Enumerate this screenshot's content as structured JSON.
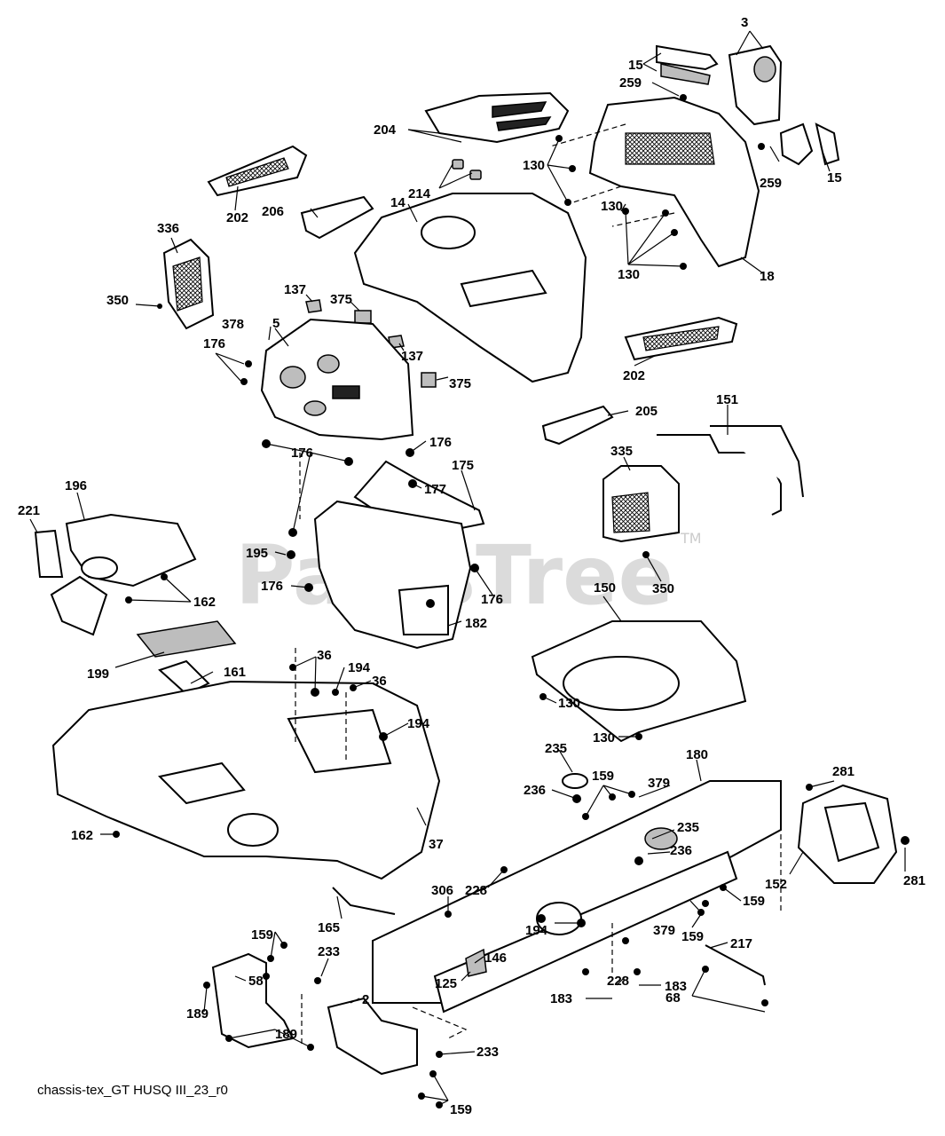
{
  "caption": "chassis-tex_GT HUSQ III_23_r0",
  "watermark": "PartsTree",
  "watermark_mark": "TM",
  "callouts": [
    "3",
    "15",
    "259",
    "204",
    "130",
    "15",
    "259",
    "214",
    "202",
    "14",
    "130",
    "206",
    "336",
    "130",
    "18",
    "350",
    "137",
    "375",
    "378",
    "5",
    "137",
    "202",
    "176",
    "375",
    "205",
    "151",
    "176",
    "176",
    "175",
    "177",
    "196",
    "221",
    "335",
    "195",
    "176",
    "176",
    "162",
    "350",
    "150",
    "182",
    "199",
    "36",
    "194",
    "161",
    "36",
    "194",
    "130",
    "130",
    "37",
    "235",
    "159",
    "180",
    "379",
    "236",
    "281",
    "235",
    "236",
    "162",
    "152",
    "281",
    "306",
    "228",
    "159",
    "194",
    "165",
    "379",
    "159",
    "217",
    "146",
    "233",
    "159",
    "183",
    "125",
    "58",
    "228",
    "183",
    "68",
    "2",
    "189",
    "189",
    "233",
    "159"
  ]
}
